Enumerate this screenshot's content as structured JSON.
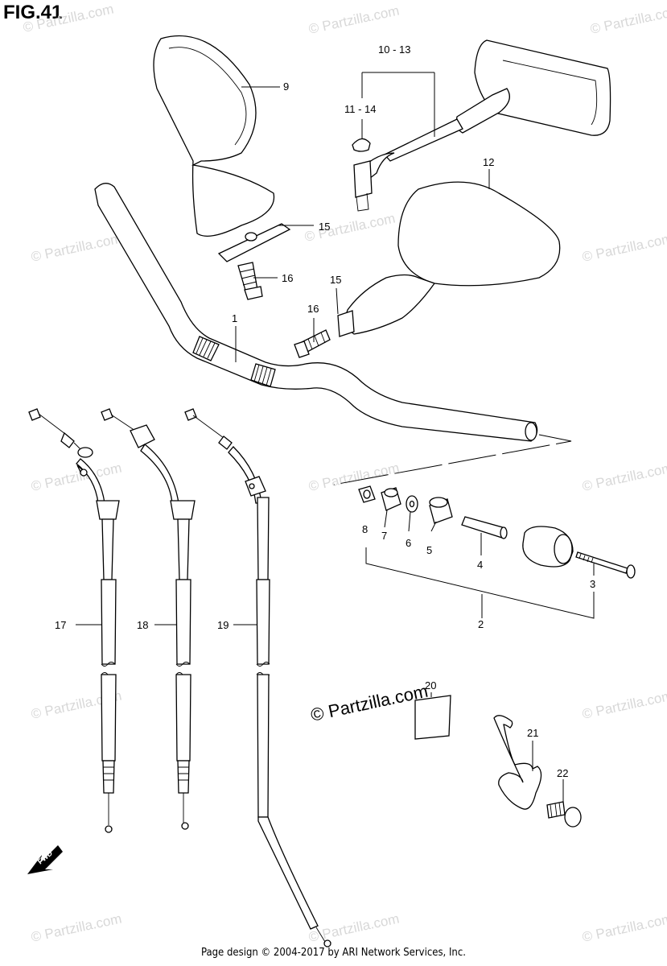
{
  "figure": {
    "title": "FIG.41"
  },
  "footer": {
    "text": "Page design © 2004-2017 by ARI Network Services, Inc."
  },
  "copyright": {
    "text": "© Partzilla.com"
  },
  "watermark": {
    "text": "© Partzilla.com"
  },
  "fwd": {
    "text": "FWD"
  },
  "callouts": {
    "c1": "1",
    "c2": "2",
    "c3": "3",
    "c4": "4",
    "c5": "5",
    "c6": "6",
    "c7": "7",
    "c8": "8",
    "c9": "9",
    "c10_13": "10 - 13",
    "c11_14": "11 - 14",
    "c12": "12",
    "c15a": "15",
    "c15b": "15",
    "c16a": "16",
    "c16b": "16",
    "c17": "17",
    "c18": "18",
    "c19": "19",
    "c20": "20",
    "c21": "21",
    "c22": "22"
  }
}
